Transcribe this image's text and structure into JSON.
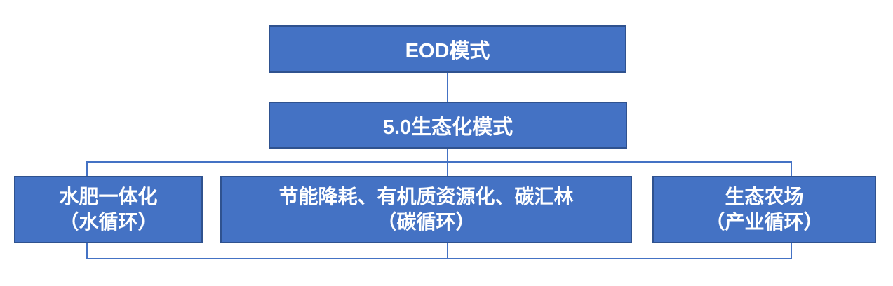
{
  "diagram": {
    "colors": {
      "background": "#FFFFFF",
      "box_fill": "#4472C4",
      "box_border": "#2F528F",
      "connector_color": "#4472C4",
      "text_color": "#FFFFFF"
    },
    "root": {
      "label": "EOD模式"
    },
    "level2": {
      "label": "5.0生态化模式"
    },
    "children": [
      {
        "line1": "水肥一体化",
        "line2": "（水循环）"
      },
      {
        "line1": "节能降耗、有机质资源化、碳汇林",
        "line2": "（碳循环）"
      },
      {
        "line1": "生态农场",
        "line2": "（产业循环）"
      }
    ]
  }
}
